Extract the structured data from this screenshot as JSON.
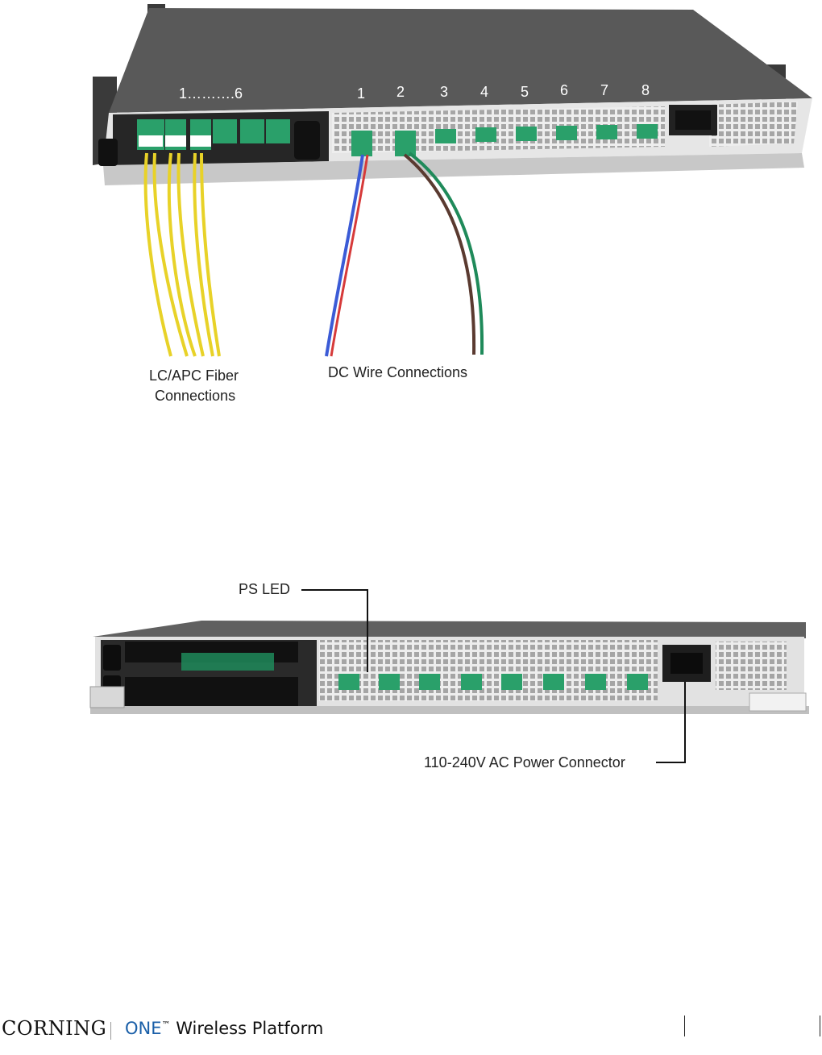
{
  "figure1": {
    "fiber_port_range": "1……….6",
    "dc_port_numbers": [
      "1",
      "2",
      "3",
      "4",
      "5",
      "6",
      "7",
      "8"
    ],
    "label_fiber_line1": "LC/APC Fiber",
    "label_fiber_line2": "Connections",
    "label_dc": "DC Wire Connections"
  },
  "figure2": {
    "label_ps_led": "PS LED",
    "label_ac": "110-240V AC Power Connector"
  },
  "footer": {
    "brand": "CORNING",
    "product_one": "ONE",
    "product_tm": "™",
    "product_rest": " Wireless Platform"
  }
}
